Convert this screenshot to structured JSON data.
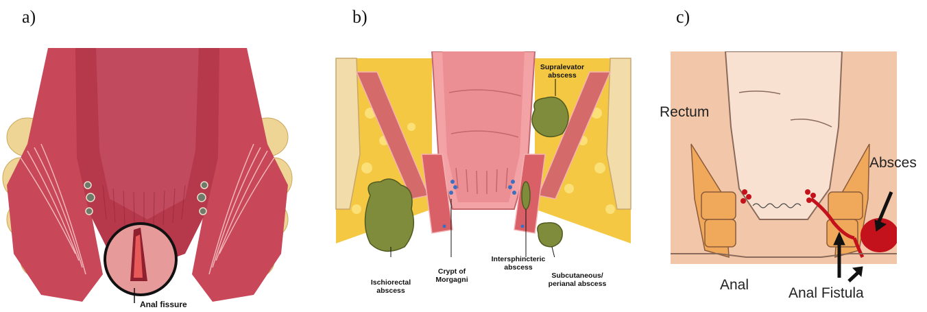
{
  "panels": {
    "a": {
      "letter": "a)",
      "labels": {
        "fissure": "Anal fissure"
      }
    },
    "b": {
      "letter": "b)",
      "labels": {
        "supralevator": "Supralevator\nabscess",
        "ischiorectal": "Ischiorectal\nabscess",
        "crypt": "Crypt of\nMorgagni",
        "intersphincteric": "Intersphincteric\nabscess",
        "subcutaneous": "Subcutaneous/\nperianal abscess"
      }
    },
    "c": {
      "letter": "c)",
      "labels": {
        "rectum": "Rectum",
        "absces": "Absces",
        "anal": "Anal",
        "fistula": "Anal Fistula"
      }
    }
  },
  "colors": {
    "muscle": "#c9485a",
    "mucosa": "#e8858f",
    "fat": "#f3d37a",
    "abscess": "#7c8a3a",
    "panel_c_bg": "#f2c6a8",
    "panel_c_abscess": "#c4121c"
  }
}
